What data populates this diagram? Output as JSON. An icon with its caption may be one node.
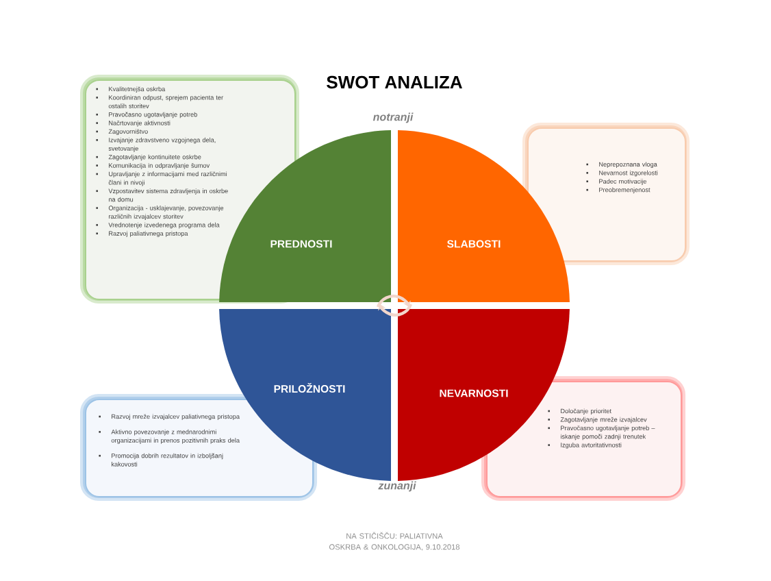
{
  "diagram": {
    "title": "SWOT ANALIZA",
    "nodes": [
      {
        "text": [
          "Kvalitetnejša oskrba",
          "Koordiniran odpust, sprejem pacienta ter ostalih storitev",
          "Pravočasno ugotavljanje potreb",
          "Načrtovanje aktivnosti",
          "Zagovorništvo",
          "Izvajanje zdravstveno vzgojnega dela, svetovanje",
          "Zagotavljanje kontinuitete oskrbe",
          "Komunikacija in odpravljanje šumov",
          "Upravljanje z informacijami med različnimi člani in nivoji",
          "Vzpostavitev sistema zdravljenja in oskrbe na domu",
          "Organizacija - usklajevanje, povezovanje različnih izvajalcev storitev",
          "Vrednotenje izvedenega programa dela",
          "Razvoj paliativnega pristopa"
        ]
      },
      {
        "text": [
          "PREDNOSTI"
        ]
      },
      {
        "text": [
          "Neprepoznana vloga",
          "Nevarnost izgorelosti",
          "Padec motivacije",
          "Preobremenjenost"
        ]
      },
      {
        "text": [
          "SLABOSTI"
        ]
      },
      {
        "text": [
          "Razvoj mreže izvajalcev paliativnega pristopa",
          "Aktivno povezovanje z mednarodnimi organizacijami in prenos pozitivnih praks dela",
          "Promocija dobrih rezultatov in izboljšanj kakovosti"
        ]
      },
      {
        "text": [
          "PRILOŽNOSTI"
        ]
      },
      {
        "text": [
          "Določanje prioritet",
          "Zagotavljanje mreže izvajalcev",
          "Pravočasno ugotavljanje potreb – iskanje pomoči zadnji trenutek",
          "Izguba avtoritativnosti"
        ]
      },
      {
        "text": [
          "NEVARNOSTI"
        ]
      }
    ],
    "labels": [
      "notranji",
      "zunanji",
      "NA STIČIŠČU:  PALIATIVNA OSKRBA & ONKOLOGIJA, 9.10.2018"
    ]
  }
}
